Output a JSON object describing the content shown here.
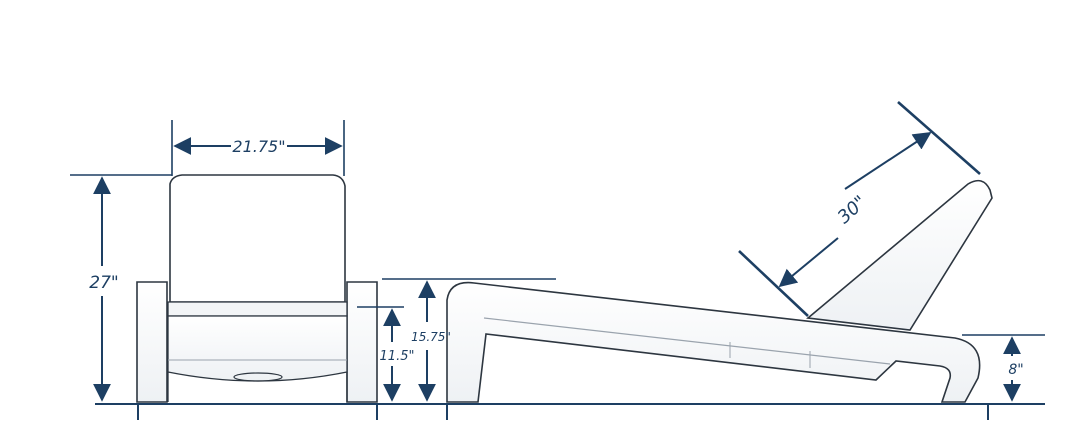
{
  "colors": {
    "dimension_ink": "#1d3f63",
    "outline": "#2d3640",
    "shading": "#e9edf1",
    "background": "#ffffff"
  },
  "front_view": {
    "width_label": "21.75\"",
    "height_label": "27\"",
    "seat_height_label": "11.5\""
  },
  "side_view": {
    "arm_height_label": "15.75\"",
    "backrest_length_label": "30\"",
    "frame_height_label": "8\""
  }
}
